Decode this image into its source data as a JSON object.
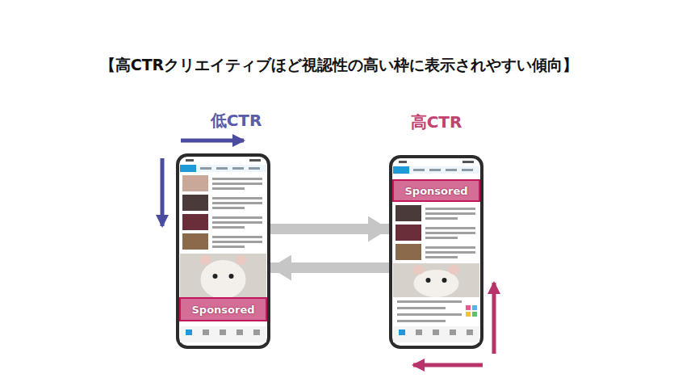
{
  "diagram": {
    "title": "【高CTRクリエイティブほど視認性の高い枠に表示されやすい傾向】",
    "nodes": [
      {
        "text": [
          "低CTR"
        ]
      },
      {
        "text": [
          "Sponsored"
        ],
        "in": 0
      },
      {
        "text": [
          "高CTR"
        ]
      },
      {
        "text": [
          "Sponsored"
        ],
        "in": 2
      }
    ],
    "edges": [
      {
        "from": 0,
        "to": 2,
        "arrow": "to"
      },
      {
        "from": 2,
        "to": 0,
        "arrow": "to"
      }
    ]
  }
}
